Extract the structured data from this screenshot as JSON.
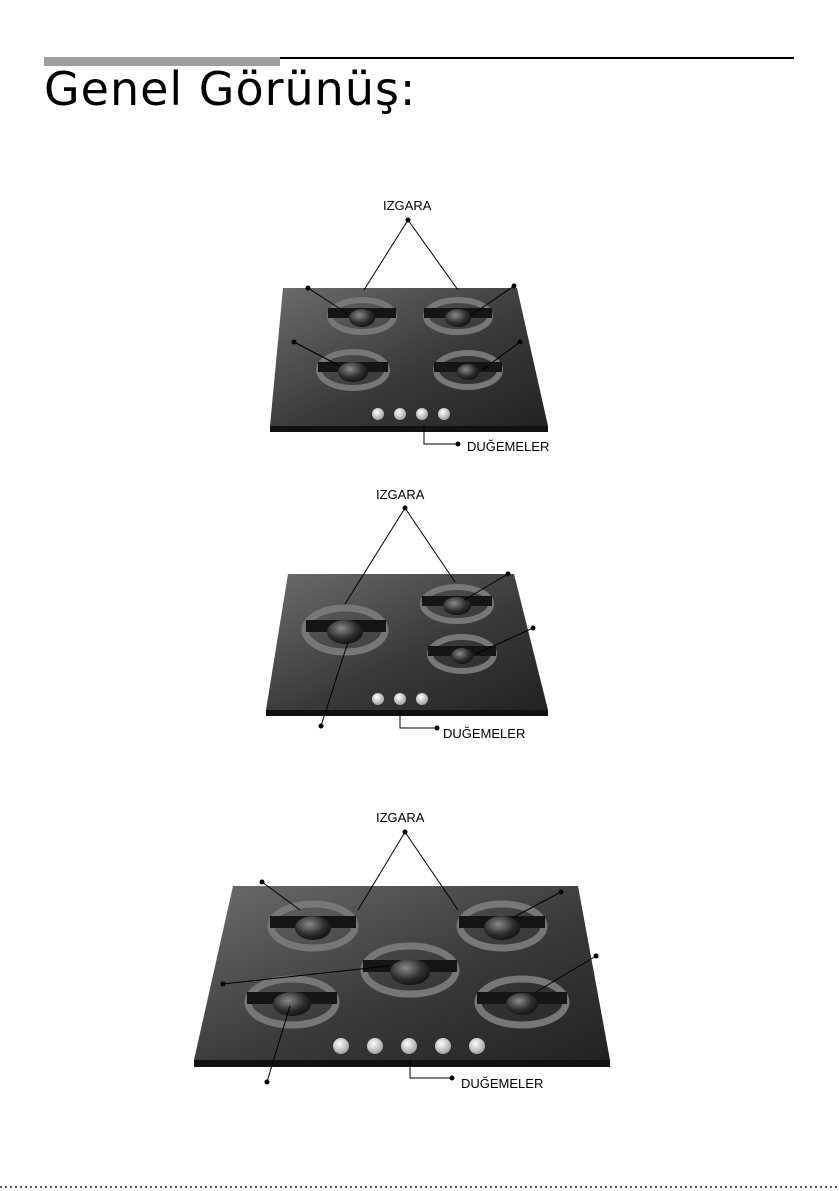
{
  "page": {
    "title": "Genel Görünüş:"
  },
  "diagrams": [
    {
      "grate_label": "IZGARA",
      "controls_label": "DUĞEMELER",
      "burners": 4,
      "knobs": 4
    },
    {
      "grate_label": "IZGARA",
      "controls_label": "DUĞEMELER",
      "burners": 3,
      "knobs": 3
    },
    {
      "grate_label": "IZGARA",
      "controls_label": "DUĞEMELER",
      "burners": 5,
      "knobs": 5
    }
  ]
}
